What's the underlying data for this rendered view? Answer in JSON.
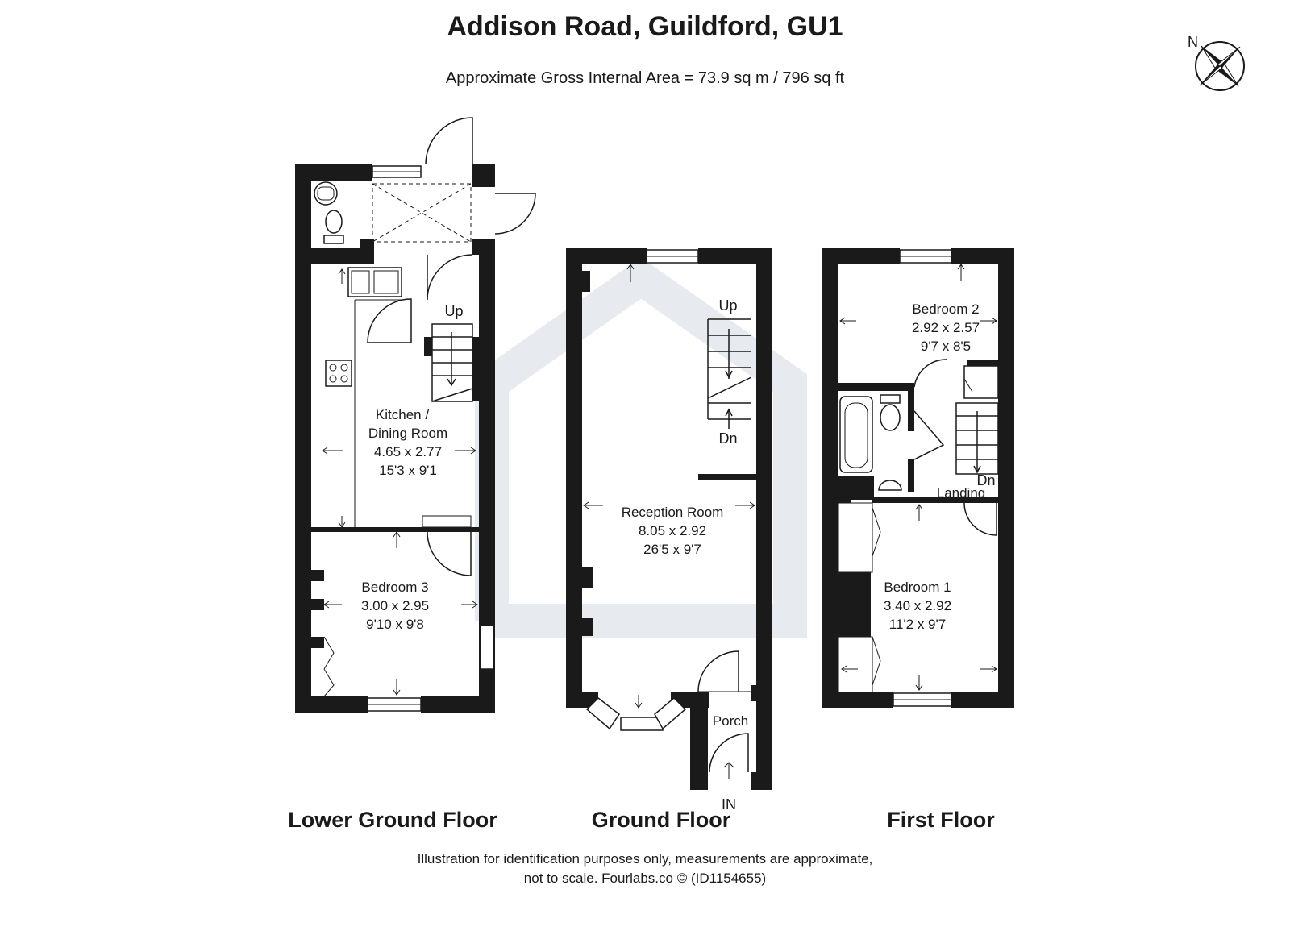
{
  "header": {
    "title": "Addison Road, Guildford, GU1",
    "subtitle": "Approximate Gross Internal Area = 73.9 sq m / 796 sq ft"
  },
  "compass": {
    "label": "N"
  },
  "floors": [
    {
      "name": "Lower Ground Floor"
    },
    {
      "name": "Ground Floor"
    },
    {
      "name": "First Floor"
    }
  ],
  "rooms": {
    "kitchen": {
      "line1": "Kitchen /",
      "line2": "Dining Room",
      "metric": "4.65 x 2.77",
      "imperial": "15'3 x 9'1"
    },
    "bedroom3": {
      "name": "Bedroom 3",
      "metric": "3.00 x 2.95",
      "imperial": "9'10 x 9'8"
    },
    "reception": {
      "name": "Reception Room",
      "metric": "8.05 x 2.92",
      "imperial": "26'5 x 9'7"
    },
    "porch": {
      "name": "Porch"
    },
    "bedroom2": {
      "name": "Bedroom 2",
      "metric": "2.92 x 2.57",
      "imperial": "9'7 x 8'5"
    },
    "bedroom1": {
      "name": "Bedroom 1",
      "metric": "3.40 x 2.92",
      "imperial": "11'2 x 9'7"
    },
    "landing": {
      "name": "Landing"
    }
  },
  "stairs": {
    "lower_up": "Up",
    "ground_up": "Up",
    "ground_dn": "Dn",
    "first_dn": "Dn"
  },
  "entrance": {
    "label": "IN"
  },
  "footer": {
    "line1": "Illustration for identification purposes only, measurements are approximate,",
    "line2": "not to scale. Fourlabs.co © (ID1154655)"
  },
  "colors": {
    "wall": "#1a1a1a",
    "watermark": "#e7ebf0"
  }
}
